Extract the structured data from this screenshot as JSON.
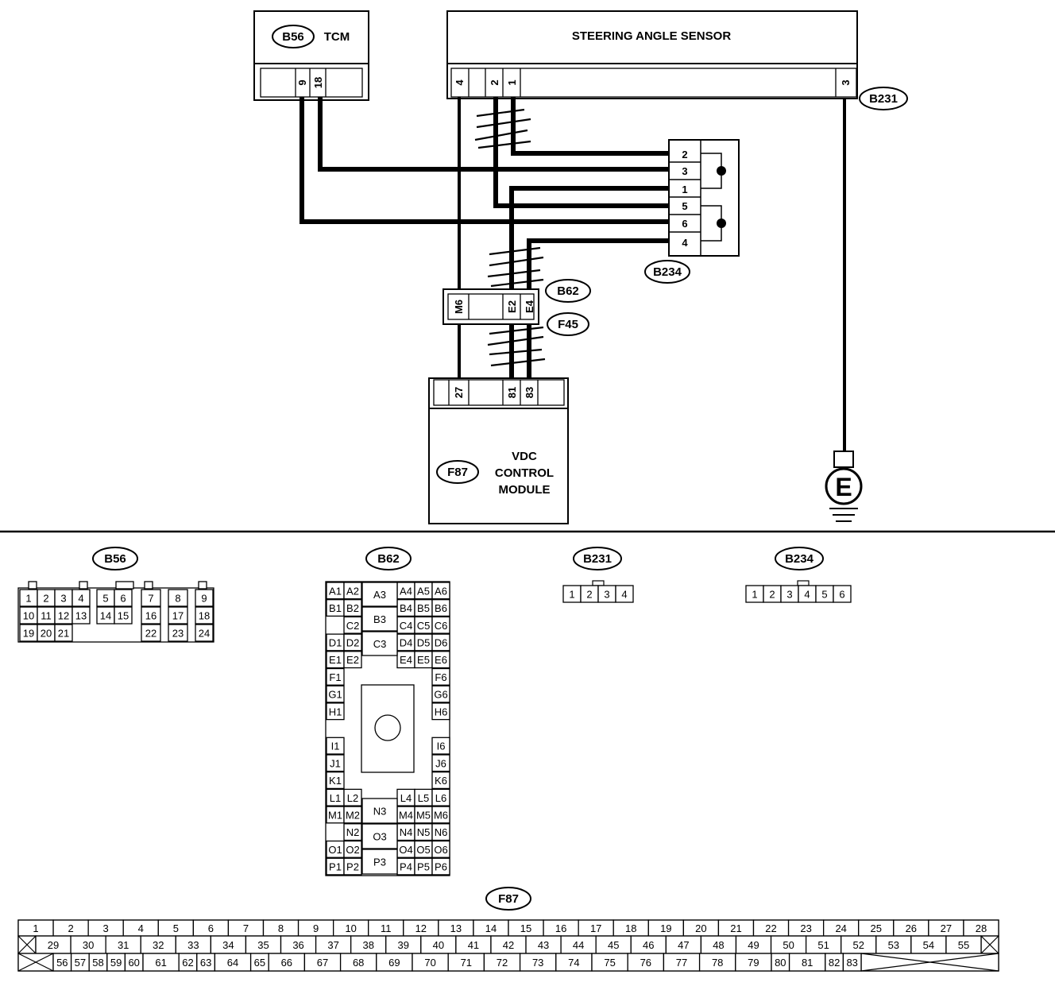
{
  "tcm": {
    "badge": "B56",
    "name": "TCM",
    "pins": [
      "9",
      "18"
    ]
  },
  "sas": {
    "name": "STEERING ANGLE SENSOR",
    "pins": [
      "4",
      "2",
      "1",
      "3"
    ],
    "badge": "B231"
  },
  "joint": {
    "badge": "B234",
    "pins": [
      "2",
      "3",
      "1",
      "5",
      "6",
      "4"
    ]
  },
  "b62_connector": {
    "badge": "B62",
    "pins": [
      "M6",
      "E2",
      "E4"
    ]
  },
  "f45_connector": {
    "badge": "F45"
  },
  "vdc": {
    "badge": "F87",
    "name_lines": [
      "VDC",
      "CONTROL",
      "MODULE"
    ],
    "pins": [
      "27",
      "81",
      "83"
    ]
  },
  "ground": {
    "symbol": "E"
  },
  "views": {
    "b56": {
      "title": "B56",
      "rows": [
        [
          "1",
          "2",
          "3",
          "4",
          "",
          "5",
          "6",
          "",
          "7",
          "8",
          "9"
        ],
        [
          "10",
          "11",
          "12",
          "13",
          "",
          "14",
          "15",
          "",
          "16",
          "17",
          "18"
        ],
        [
          "19",
          "20",
          "21",
          "",
          "",
          "",
          "",
          "",
          "22",
          "23",
          "24"
        ]
      ]
    },
    "b62": {
      "title": "B62",
      "left_rows": [
        [
          "A1",
          "A2"
        ],
        [
          "B1",
          "B2"
        ],
        [
          "",
          "C2"
        ],
        [
          "D1",
          "D2"
        ],
        [
          "E1",
          "E2"
        ],
        [
          "F1",
          ""
        ],
        [
          "G1",
          ""
        ],
        [
          "H1",
          ""
        ],
        [
          "",
          ""
        ],
        [
          "I1",
          ""
        ],
        [
          "J1",
          ""
        ],
        [
          "K1",
          ""
        ],
        [
          "L1",
          "L2"
        ],
        [
          "M1",
          "M2"
        ],
        [
          "",
          "N2"
        ],
        [
          "O1",
          "O2"
        ],
        [
          "P1",
          "P2"
        ]
      ],
      "right_rows": [
        [
          "A4",
          "A5",
          "A6"
        ],
        [
          "B4",
          "B5",
          "B6"
        ],
        [
          "C4",
          "C5",
          "C6"
        ],
        [
          "D4",
          "D5",
          "D6"
        ],
        [
          "E4",
          "E5",
          "E6"
        ],
        [
          "",
          "",
          "F6"
        ],
        [
          "",
          "",
          "G6"
        ],
        [
          "",
          "",
          "H6"
        ],
        [
          "",
          "",
          ""
        ],
        [
          "",
          "",
          "I6"
        ],
        [
          "",
          "",
          "J6"
        ],
        [
          "",
          "",
          "K6"
        ],
        [
          "L4",
          "L5",
          "L6"
        ],
        [
          "M4",
          "M5",
          "M6"
        ],
        [
          "N4",
          "N5",
          "N6"
        ],
        [
          "O4",
          "O5",
          "O6"
        ],
        [
          "P4",
          "P5",
          "P6"
        ]
      ],
      "center_top": [
        "A3",
        "B3",
        "C3"
      ],
      "center_bottom": [
        "N3",
        "O3",
        "P3"
      ]
    },
    "b231": {
      "title": "B231",
      "pins": [
        "1",
        "2",
        "3",
        "4"
      ]
    },
    "b234": {
      "title": "B234",
      "pins": [
        "1",
        "2",
        "3",
        "4",
        "5",
        "6"
      ]
    },
    "f87": {
      "title": "F87",
      "row1": [
        "1",
        "2",
        "3",
        "4",
        "5",
        "6",
        "7",
        "8",
        "9",
        "10",
        "11",
        "12",
        "13",
        "14",
        "15",
        "16",
        "17",
        "18",
        "19",
        "20",
        "21",
        "22",
        "23",
        "24",
        "25",
        "26",
        "27",
        "28"
      ],
      "row2": [
        "29",
        "30",
        "31",
        "32",
        "33",
        "34",
        "35",
        "36",
        "37",
        "38",
        "39",
        "40",
        "41",
        "42",
        "43",
        "44",
        "45",
        "46",
        "47",
        "48",
        "49",
        "50",
        "51",
        "52",
        "53",
        "54",
        "55"
      ],
      "row3": [
        "56",
        "57",
        "58",
        "59",
        "60",
        "61",
        "62",
        "63",
        "64",
        "65",
        "66",
        "67",
        "68",
        "69",
        "70",
        "71",
        "72",
        "73",
        "74",
        "75",
        "76",
        "77",
        "78",
        "79",
        "80",
        "81",
        "82",
        "83"
      ]
    }
  }
}
